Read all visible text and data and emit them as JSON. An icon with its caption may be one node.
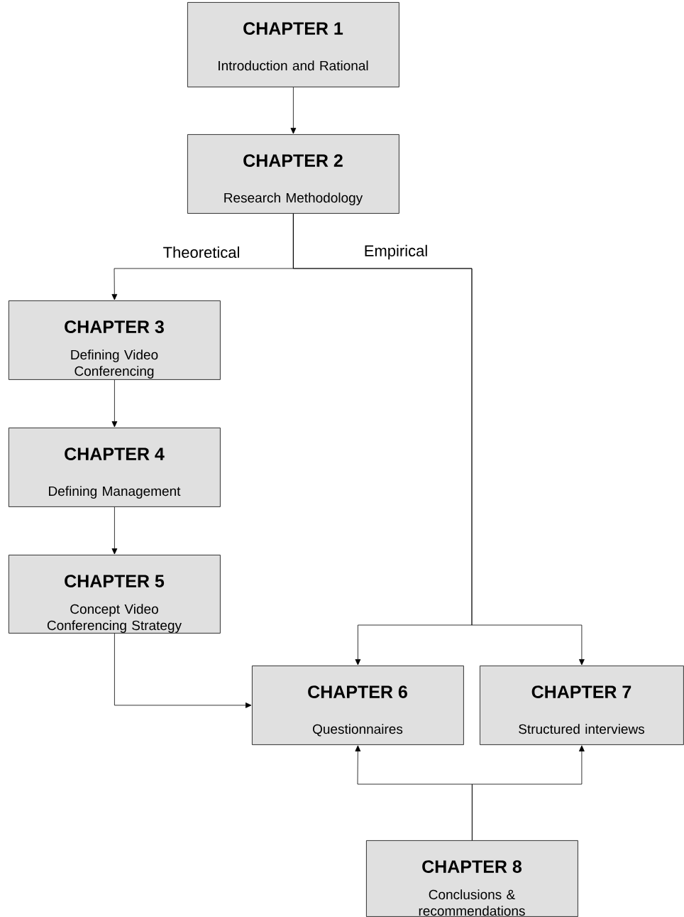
{
  "diagram": {
    "nodes": [
      {
        "text": [
          "CHAPTER 1",
          "Introduction and Rational"
        ]
      },
      {
        "text": [
          "CHAPTER 2",
          "Research Methodology"
        ]
      },
      {
        "text": [
          "CHAPTER 3",
          "Defining Video Conferencing"
        ]
      },
      {
        "text": [
          "CHAPTER 4",
          "Defining Management"
        ]
      },
      {
        "text": [
          "CHAPTER 5",
          "Concept Video Conferencing Strategy"
        ]
      },
      {
        "text": [
          "CHAPTER 6",
          "Questionnaires"
        ]
      },
      {
        "text": [
          "CHAPTER 7",
          "Structured interviews"
        ]
      },
      {
        "text": [
          "CHAPTER 8",
          "Conclusions & recommendations"
        ]
      }
    ],
    "edges": [
      {
        "from": 0,
        "to": 1,
        "arrow": "to"
      },
      {
        "from": 1,
        "to": 2,
        "arrow": "to",
        "label": "Theoretical"
      },
      {
        "from": 1,
        "to": 5,
        "arrow": "to",
        "label": "Empirical"
      },
      {
        "from": 1,
        "to": 6,
        "arrow": "to"
      },
      {
        "from": 2,
        "to": 3,
        "arrow": "to"
      },
      {
        "from": 3,
        "to": 4,
        "arrow": "to"
      },
      {
        "from": 4,
        "to": 5,
        "arrow": "to"
      },
      {
        "from": 7,
        "to": 5,
        "arrow": "to"
      },
      {
        "from": 7,
        "to": 6,
        "arrow": "to"
      }
    ]
  }
}
